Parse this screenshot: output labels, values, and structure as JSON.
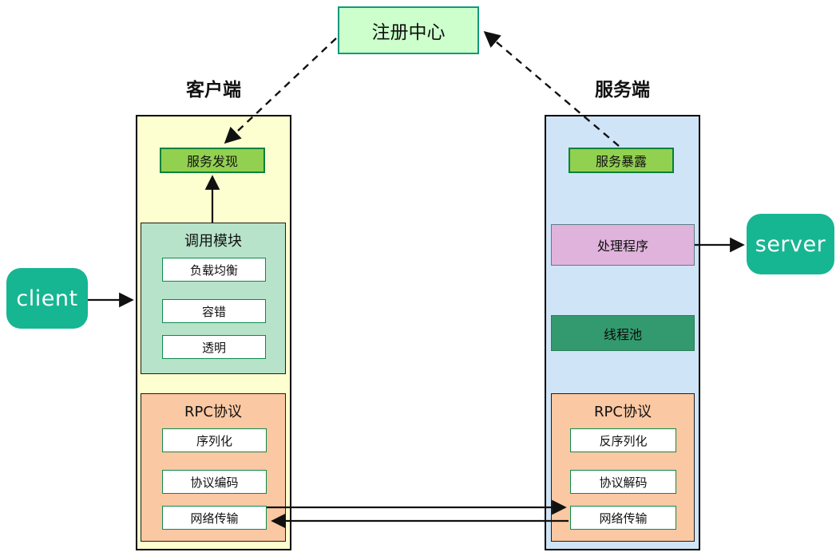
{
  "registry": {
    "label": "注册中心"
  },
  "client_side": {
    "title": "客户端",
    "service_discovery": "服务发现",
    "invoke_module": {
      "title": "调用模块",
      "items": [
        "负载均衡",
        "容错",
        "透明"
      ]
    },
    "rpc": {
      "title": "RPC协议",
      "items": [
        "序列化",
        "协议编码",
        "网络传输"
      ]
    }
  },
  "server_side": {
    "title": "服务端",
    "service_expose": "服务暴露",
    "handler": "处理程序",
    "thread_pool": "线程池",
    "rpc": {
      "title": "RPC协议",
      "items": [
        "反序列化",
        "协议解码",
        "网络传输"
      ]
    }
  },
  "external": {
    "client": "client",
    "server": "server"
  },
  "colors": {
    "registry_fill": "#ccffcc",
    "registry_border": "#12997c",
    "client_column_fill": "#feffd0",
    "server_column_fill": "#cfe4f7",
    "service_chip_fill": "#92d050",
    "service_chip_border": "#00823c",
    "invoke_module_fill": "#b7e3ca",
    "rpc_fill": "#fac8a2",
    "handler_fill": "#e0b3dc",
    "thread_pool_fill": "#33996e",
    "node_fill": "#16b692",
    "arrow": "#111111"
  }
}
